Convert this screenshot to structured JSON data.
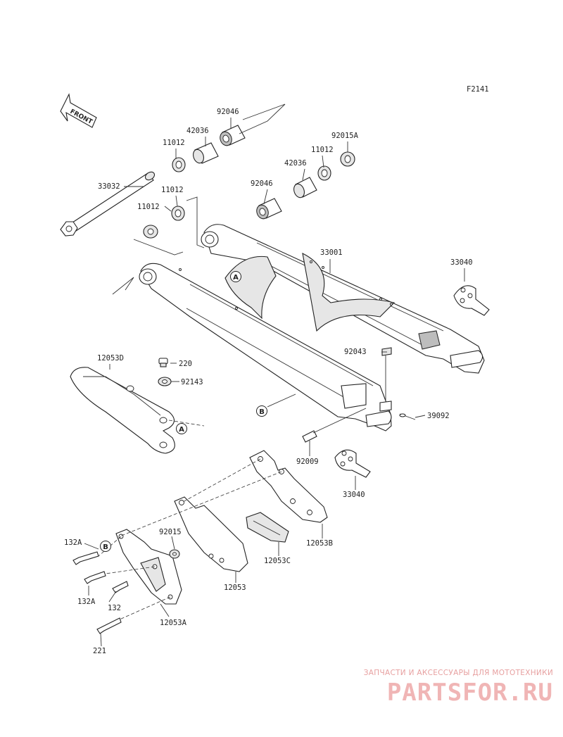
{
  "diagram": {
    "figure_code": "F2141",
    "front_indicator": "FRONT",
    "callouts": [
      "A",
      "B"
    ],
    "part_labels": {
      "p92046_a": "92046",
      "p42036_a": "42036",
      "p11012_a": "11012",
      "p33032": "33032",
      "p11012_b": "11012",
      "p11012_c": "11012",
      "p92046_b": "92046",
      "p42036_b": "42036",
      "p11012_d": "11012",
      "p92015A": "92015A",
      "p33001": "33001",
      "p33040_a": "33040",
      "p92043": "92043",
      "p12053D": "12053D",
      "p220": "220",
      "p92143": "92143",
      "p39092": "39092",
      "p92009": "92009",
      "p33040_b": "33040",
      "p132A_a": "132A",
      "p92015": "92015",
      "p12053B": "12053B",
      "p12053C": "12053C",
      "p132A_b": "132A",
      "p12053": "12053",
      "p132": "132",
      "p12053A": "12053A",
      "p221": "221"
    }
  },
  "watermark": {
    "tagline": "ЗАПЧАСТИ И АКСЕССУАРЫ ДЛЯ МОТОТЕХНИКИ",
    "logo": "PARTSFOR.RU"
  }
}
